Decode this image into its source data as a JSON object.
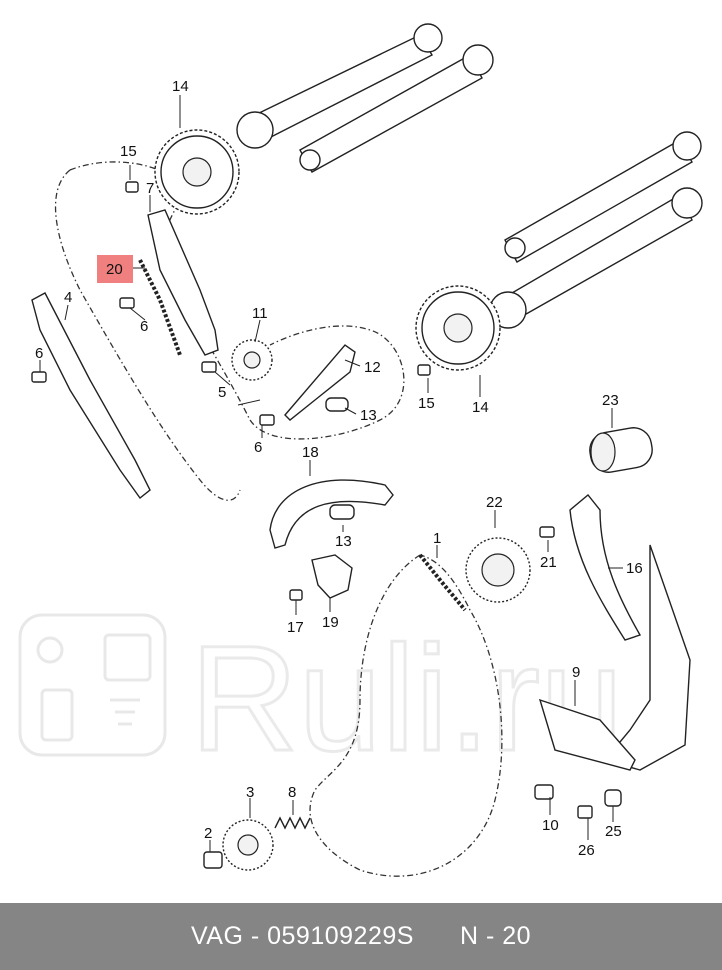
{
  "callouts": {
    "c1": "1",
    "c2": "2",
    "c3": "3",
    "c4": "4",
    "c5": "5",
    "c6a": "6",
    "c6b": "6",
    "c6c": "6",
    "c7": "7",
    "c8": "8",
    "c9": "9",
    "c10": "10",
    "c11": "11",
    "c12": "12",
    "c13a": "13",
    "c13b": "13",
    "c14a": "14",
    "c14b": "14",
    "c15a": "15",
    "c15b": "15",
    "c16": "16",
    "c17": "17",
    "c18": "18",
    "c19": "19",
    "c20": "20",
    "c21": "21",
    "c22": "22",
    "c23": "23",
    "c25": "25",
    "c26": "26"
  },
  "highlight_color": "#f08080",
  "watermark": {
    "text": "Ruli.ru",
    "color": "#e6e6e6"
  },
  "footer": {
    "brand": "VAG - 059109229S",
    "page": "N - 20",
    "background": "#858585"
  }
}
